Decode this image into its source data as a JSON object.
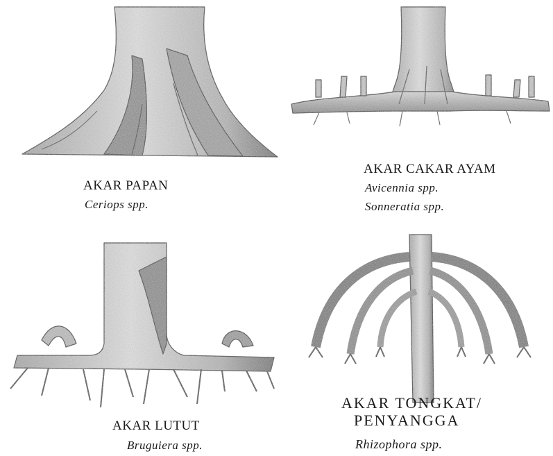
{
  "panels": [
    {
      "title": "AKAR PAPAN",
      "species": [
        "Ceriops spp."
      ]
    },
    {
      "title": "AKAR CAKAR AYAM",
      "species": [
        "Avicennia spp.",
        "Sonneratia spp."
      ]
    },
    {
      "title": "AKAR LUTUT",
      "species": [
        "Bruguiera spp."
      ]
    },
    {
      "title": "AKAR TONGKAT/",
      "title2": "PENYANGGA",
      "species": [
        "Rhizophora spp."
      ]
    }
  ],
  "colors": {
    "ink": "#1a1a1a",
    "shade": "#9a9a9a",
    "light": "#d6d6d6"
  }
}
